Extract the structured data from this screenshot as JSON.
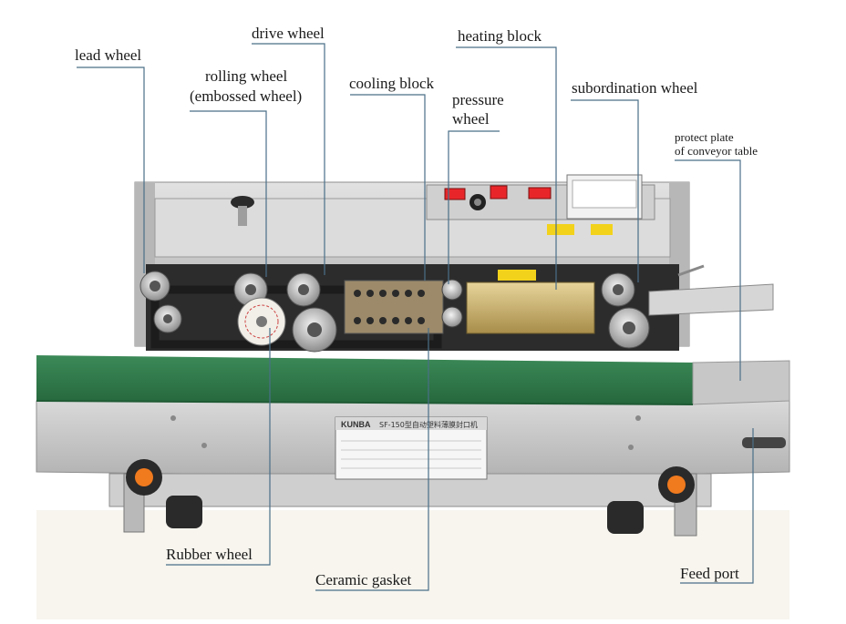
{
  "labels": {
    "lead_wheel": "lead wheel",
    "drive_wheel": "drive wheel",
    "heating_block": "heating block",
    "rolling_wheel_1": "rolling wheel",
    "rolling_wheel_2": "(embossed wheel)",
    "cooling_block": "cooling block",
    "pressure_wheel_1": "pressure",
    "pressure_wheel_2": "wheel",
    "subordination_wheel": "subordination wheel",
    "protect_plate_1": "protect plate",
    "protect_plate_2": "of conveyor table",
    "rubber_wheel": "Rubber wheel",
    "ceramic_gasket": "Ceramic gasket",
    "feed_port": "Feed port"
  },
  "nameplate": {
    "brand": "KUNBA",
    "model": "SF-150型自动塑料薄膜封口机"
  },
  "colors": {
    "machine_body": "#c9c9c9",
    "conveyor_belt": "#2f7a4a",
    "knob_orange": "#f07a1e",
    "button_red": "#e8262a",
    "leader_line": "#4a6f88"
  }
}
